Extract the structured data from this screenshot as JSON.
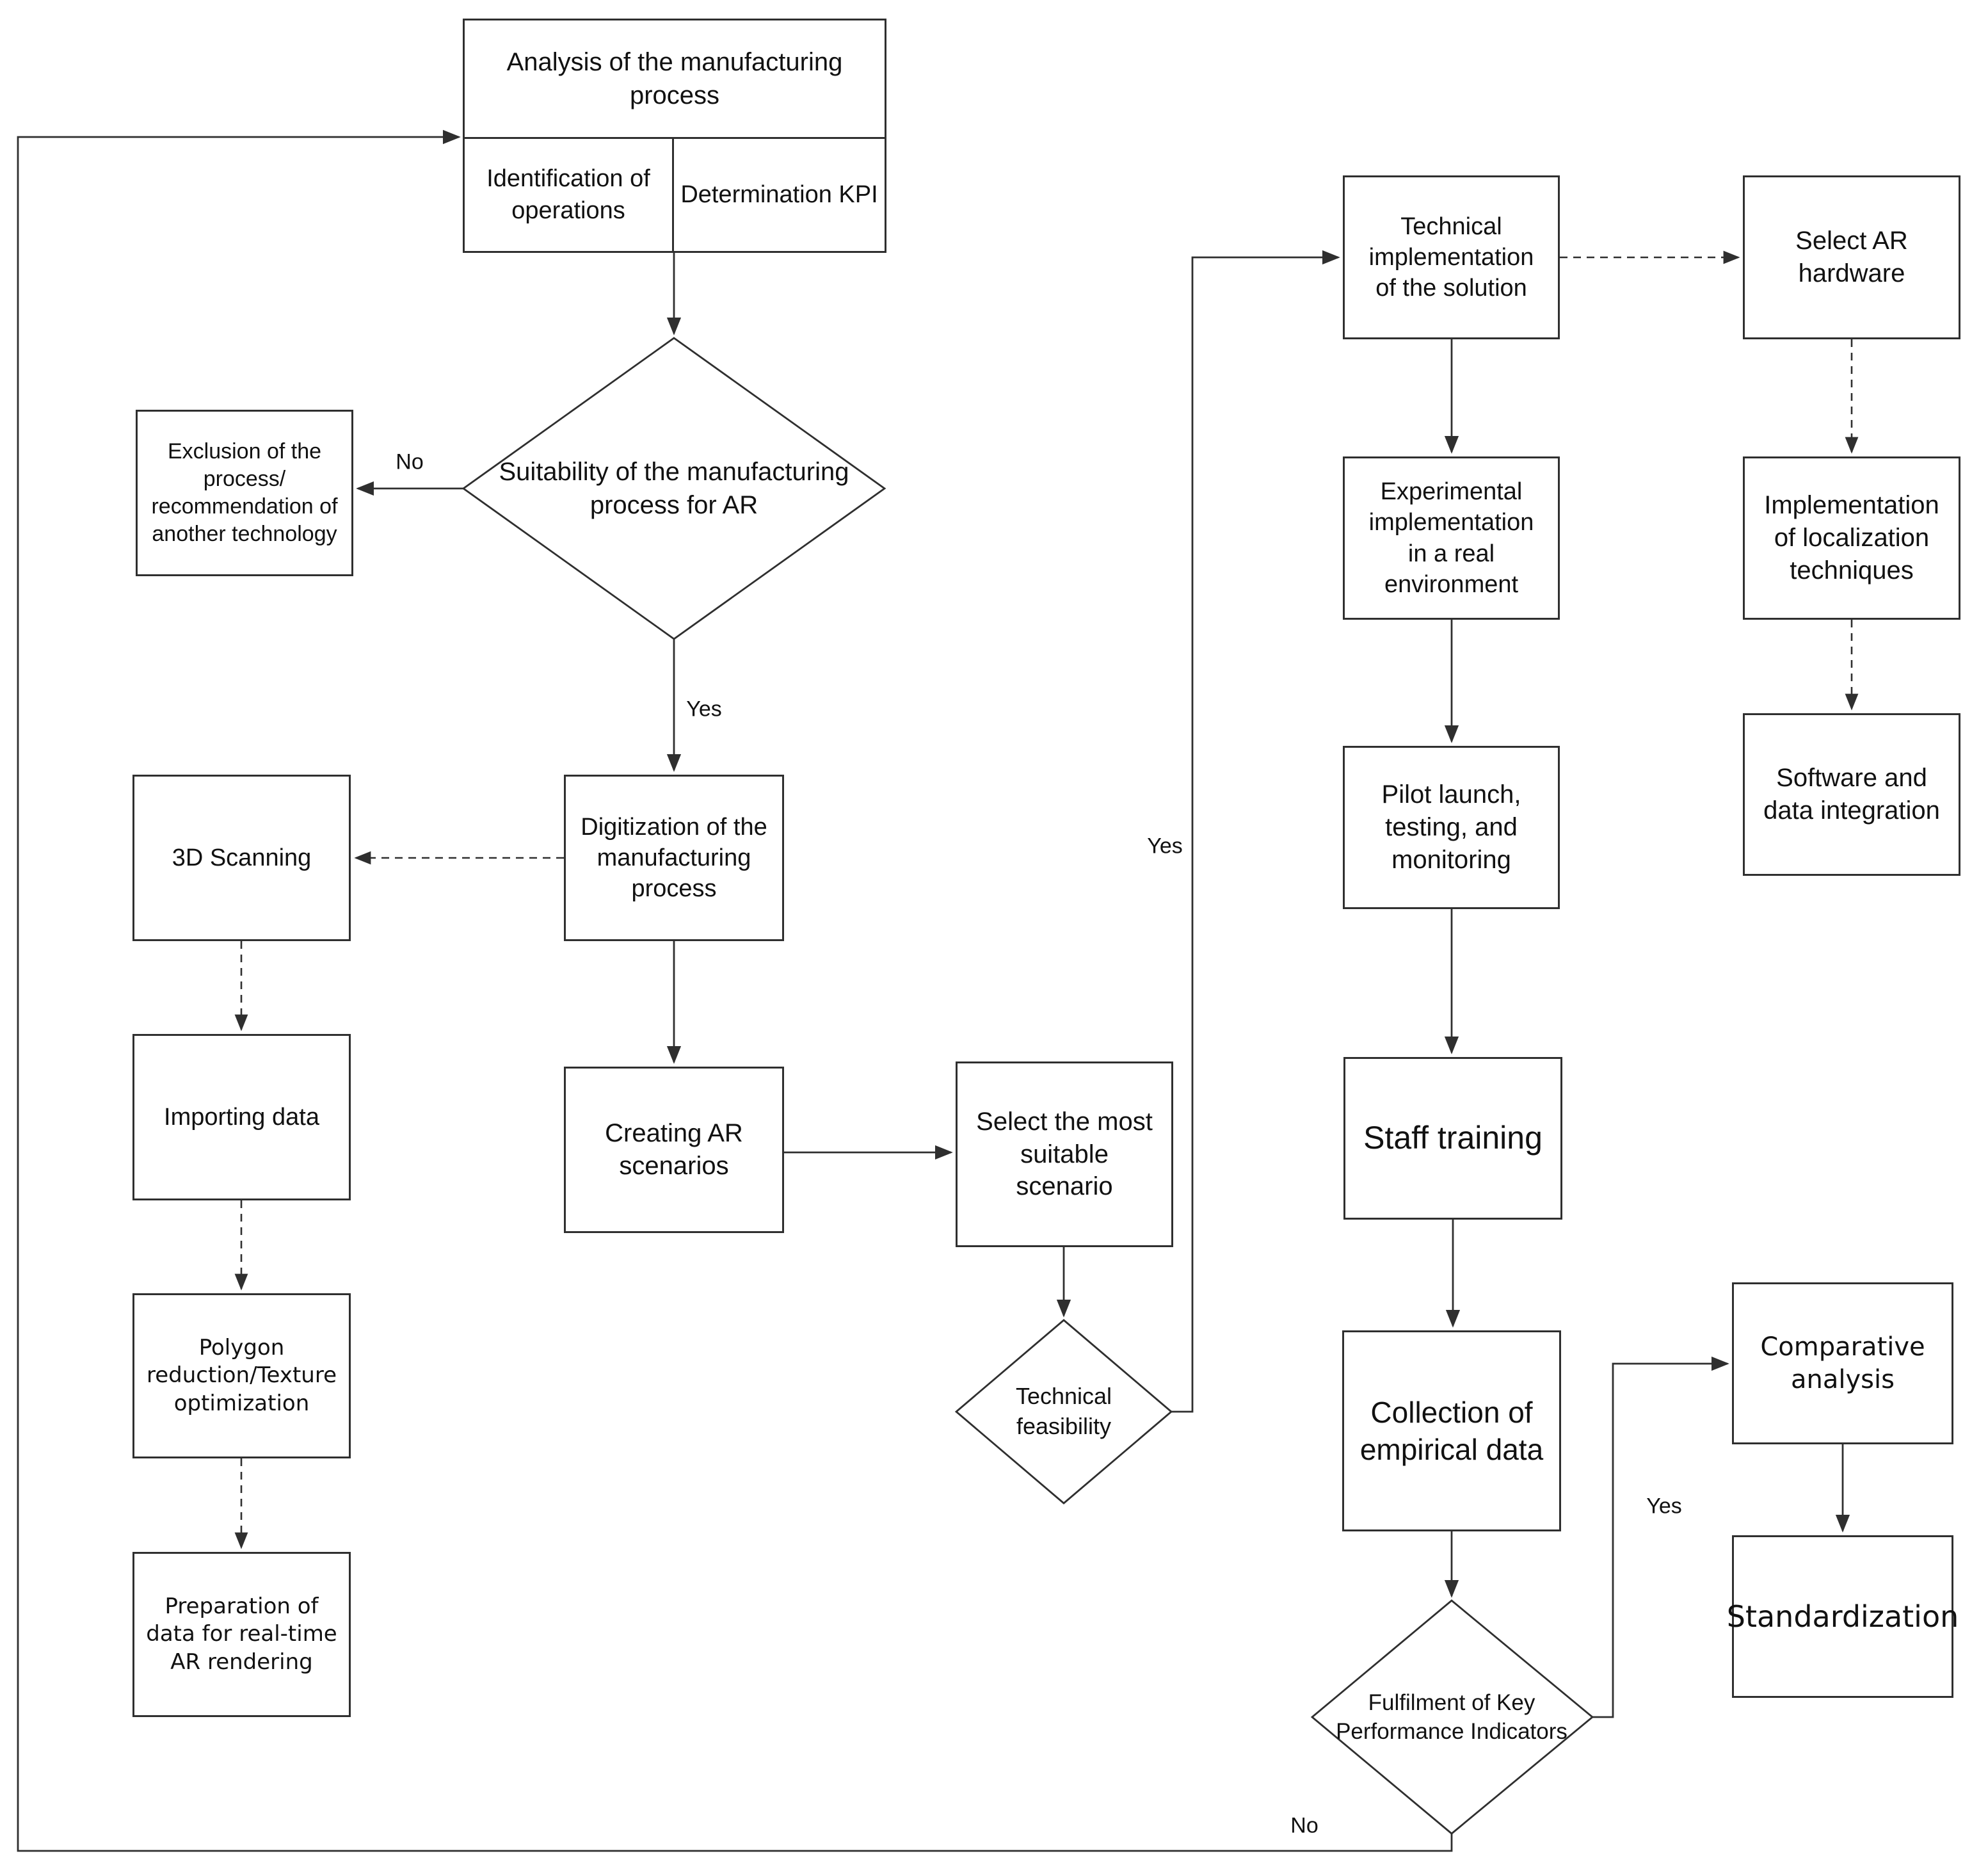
{
  "diagram": {
    "title": "Flowchart of AR implementation in a manufacturing process",
    "colors": {
      "line": "#2f2f2f",
      "text": "#111111",
      "background": "#ffffff"
    },
    "nodes": {
      "analysis": {
        "label": "Analysis of the manufacturing process",
        "type": "process"
      },
      "identification": {
        "label": "Identification of operations",
        "type": "sub-process"
      },
      "determination": {
        "label": "Determination KPI",
        "type": "sub-process"
      },
      "suitability": {
        "label": "Suitability of the manufacturing process for AR",
        "type": "decision"
      },
      "exclusion": {
        "label": "Exclusion of the process/ recommendation of another technology",
        "type": "process"
      },
      "digitization": {
        "label": "Digitization of the manufacturing process",
        "type": "process"
      },
      "scan3d": {
        "label": "3D Scanning",
        "type": "process"
      },
      "importing": {
        "label": "Importing data",
        "type": "process"
      },
      "polygon": {
        "label": "Polygon reduction/Texture optimization",
        "type": "process"
      },
      "preparation": {
        "label": "Preparation of data for real-time AR rendering",
        "type": "process"
      },
      "creating": {
        "label": "Creating AR scenarios",
        "type": "process"
      },
      "select_scenario": {
        "label": "Select the most suitable scenario",
        "type": "process"
      },
      "feasibility": {
        "label": "Technical feasibility",
        "type": "decision"
      },
      "technical": {
        "label": "Technical implementation of the solution",
        "type": "process"
      },
      "select_ar": {
        "label": "Select AR hardware",
        "type": "process"
      },
      "experimental": {
        "label": "Experimental implementation in a real environment",
        "type": "process"
      },
      "localization": {
        "label": "Implementation of localization techniques",
        "type": "process"
      },
      "software": {
        "label": "Software and data integration",
        "type": "process"
      },
      "pilot": {
        "label": "Pilot launch, testing, and monitoring",
        "type": "process"
      },
      "staff": {
        "label": "Staff training",
        "type": "process"
      },
      "collection": {
        "label": "Collection of empirical data",
        "type": "process"
      },
      "kpi": {
        "label": "Fulfilment of Key Performance Indicators",
        "type": "decision"
      },
      "comparative": {
        "label": "Comparative analysis",
        "type": "process"
      },
      "standardization": {
        "label": "Standardization",
        "type": "process"
      }
    },
    "edge_labels": {
      "suitability_no": "No",
      "suitability_yes": "Yes",
      "feasibility_yes": "Yes",
      "kpi_yes": "Yes",
      "kpi_no": "No"
    },
    "edges": [
      {
        "from": "analysis",
        "to": "suitability",
        "style": "solid"
      },
      {
        "from": "suitability",
        "to": "exclusion",
        "style": "solid",
        "label": "No"
      },
      {
        "from": "suitability",
        "to": "digitization",
        "style": "solid",
        "label": "Yes"
      },
      {
        "from": "digitization",
        "to": "scan3d",
        "style": "dashed"
      },
      {
        "from": "scan3d",
        "to": "importing",
        "style": "dashed"
      },
      {
        "from": "importing",
        "to": "polygon",
        "style": "dashed"
      },
      {
        "from": "polygon",
        "to": "preparation",
        "style": "dashed"
      },
      {
        "from": "digitization",
        "to": "creating",
        "style": "solid"
      },
      {
        "from": "creating",
        "to": "select_scenario",
        "style": "solid"
      },
      {
        "from": "select_scenario",
        "to": "feasibility",
        "style": "solid"
      },
      {
        "from": "feasibility",
        "to": "technical",
        "style": "solid",
        "label": "Yes"
      },
      {
        "from": "technical",
        "to": "select_ar",
        "style": "dashed"
      },
      {
        "from": "technical",
        "to": "experimental",
        "style": "solid"
      },
      {
        "from": "select_ar",
        "to": "localization",
        "style": "dashed"
      },
      {
        "from": "localization",
        "to": "software",
        "style": "dashed"
      },
      {
        "from": "experimental",
        "to": "pilot",
        "style": "solid"
      },
      {
        "from": "pilot",
        "to": "staff",
        "style": "solid"
      },
      {
        "from": "staff",
        "to": "collection",
        "style": "solid"
      },
      {
        "from": "collection",
        "to": "kpi",
        "style": "solid"
      },
      {
        "from": "kpi",
        "to": "comparative",
        "style": "solid",
        "label": "Yes"
      },
      {
        "from": "comparative",
        "to": "standardization",
        "style": "solid"
      },
      {
        "from": "kpi",
        "to": "analysis",
        "style": "solid",
        "label": "No"
      }
    ]
  }
}
